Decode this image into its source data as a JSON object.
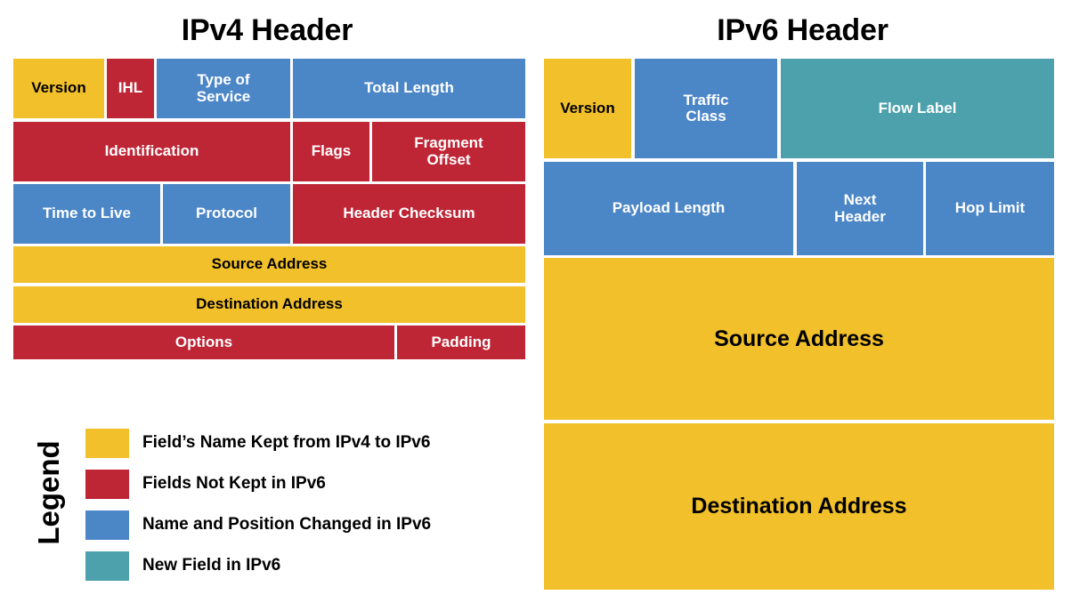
{
  "colors": {
    "kept": "#F1C02A",
    "not_kept": "#BE2636",
    "changed": "#4B86C7",
    "new": "#4CA1AD",
    "background": "#FFFFFF",
    "text_dark": "#000000",
    "text_light": "#FFFFFF"
  },
  "ipv4": {
    "title": "IPv4 Header",
    "fields": {
      "version": "Version",
      "ihl": "IHL",
      "type_of_service": "Type of\nService",
      "total_length": "Total Length",
      "identification": "Identification",
      "flags": "Flags",
      "fragment_offset": "Fragment\nOffset",
      "time_to_live": "Time to Live",
      "protocol": "Protocol",
      "header_checksum": "Header Checksum",
      "source_address": "Source Address",
      "destination_address": "Destination Address",
      "options": "Options",
      "padding": "Padding"
    }
  },
  "ipv6": {
    "title": "IPv6 Header",
    "fields": {
      "version": "Version",
      "traffic_class": "Traffic\nClass",
      "flow_label": "Flow Label",
      "payload_length": "Payload Length",
      "next_header": "Next\nHeader",
      "hop_limit": "Hop Limit",
      "source_address": "Source Address",
      "destination_address": "Destination Address"
    }
  },
  "legend": {
    "title": "Legend",
    "items": [
      {
        "color": "#F1C02A",
        "label": "Field’s Name Kept from IPv4 to IPv6"
      },
      {
        "color": "#BE2636",
        "label": "Fields Not Kept in IPv6"
      },
      {
        "color": "#4B86C7",
        "label": "Name and Position Changed in IPv6"
      },
      {
        "color": "#4CA1AD",
        "label": "New Field in IPv6"
      }
    ]
  }
}
